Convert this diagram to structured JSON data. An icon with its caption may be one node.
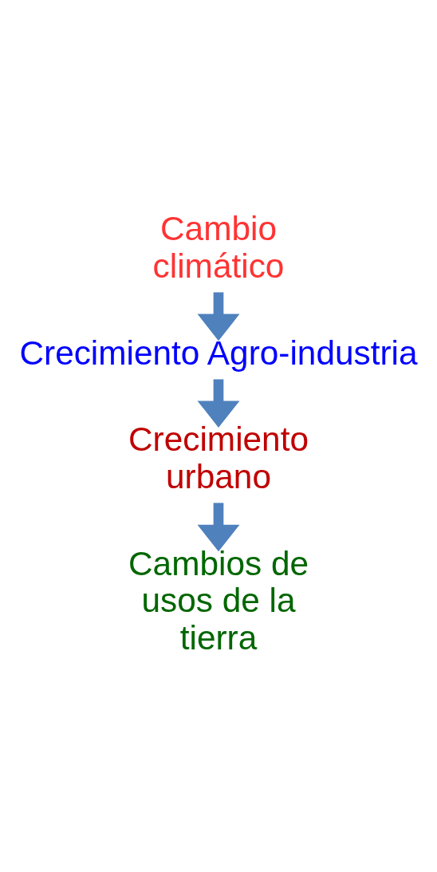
{
  "diagram": {
    "nodes": [
      {
        "text": [
          "Cambio climático"
        ]
      },
      {
        "text": [
          "Crecimiento Agro-industria"
        ]
      },
      {
        "text": [
          "Crecimiento urbano"
        ]
      },
      {
        "text": [
          "Cambios de usos de la tierra"
        ]
      }
    ],
    "edges": [
      {
        "from": 0,
        "to": 1,
        "arrow": "to"
      },
      {
        "from": 1,
        "to": 2,
        "arrow": "to"
      },
      {
        "from": 2,
        "to": 3,
        "arrow": "to"
      }
    ]
  }
}
